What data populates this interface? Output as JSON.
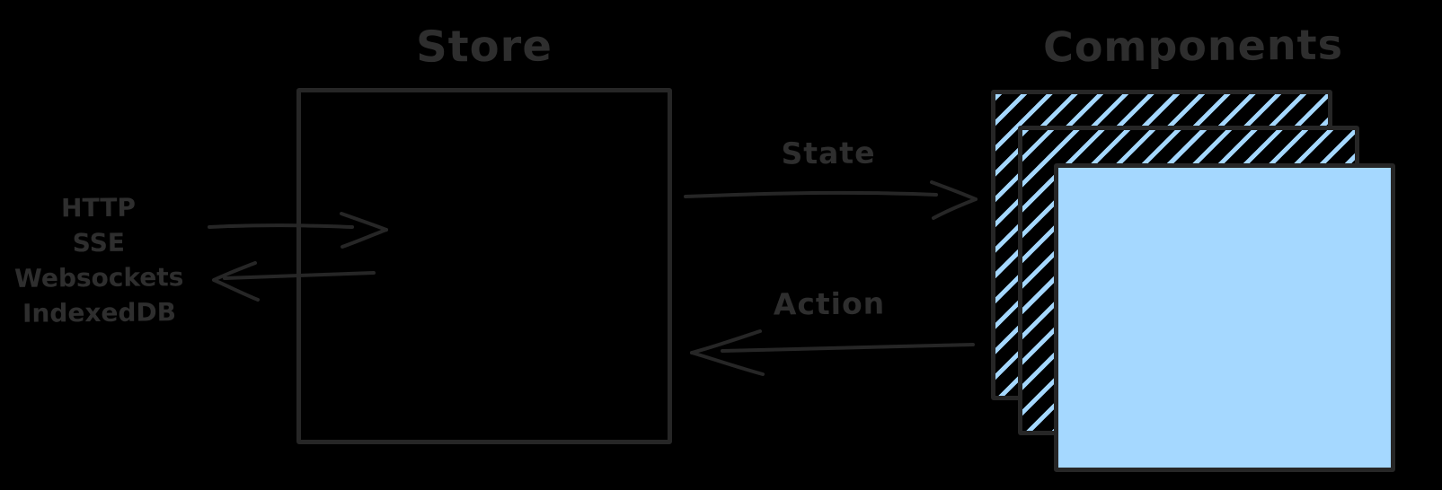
{
  "canvas": {
    "colors": {
      "background": "#000000",
      "ink-line": "#262626",
      "ink-text": "#2e2e2e",
      "card-blue": "#a5d8ff"
    }
  },
  "store": {
    "title": "Store"
  },
  "components": {
    "title": "Components"
  },
  "transports": {
    "items": [
      "HTTP",
      "SSE",
      "Websockets",
      "IndexedDB"
    ]
  },
  "flows": {
    "state_label": "State",
    "action_label": "Action"
  }
}
